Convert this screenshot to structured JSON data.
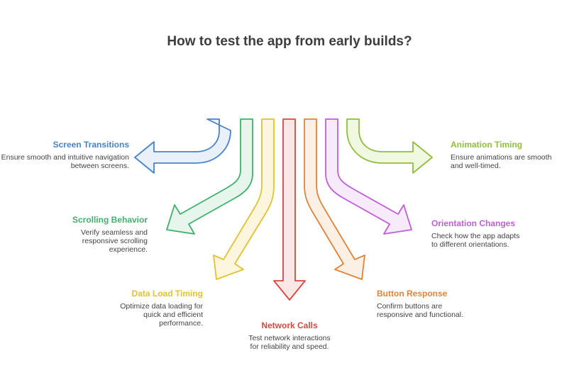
{
  "title": "How to test the app from early builds?",
  "items": [
    {
      "title": "Screen Transitions",
      "desc": "Ensure smooth and intuitive navigation between screens.",
      "color": "#4a82c8",
      "fill": "#e8f0fa"
    },
    {
      "title": "Scrolling Behavior",
      "desc": "Verify seamless and responsive scrolling experience.",
      "color": "#3fb16a",
      "fill": "#e6f6ec"
    },
    {
      "title": "Data Load Timing",
      "desc": "Optimize data loading for quick and efficient performance.",
      "color": "#e0c232",
      "fill": "#fbf6dc"
    },
    {
      "title": "Network Calls",
      "desc": "Test network interactions for reliability and speed.",
      "color": "#d9473e",
      "fill": "#fbe7e5"
    },
    {
      "title": "Button Response",
      "desc": "Confirm buttons are responsive and functional.",
      "color": "#e0843a",
      "fill": "#fcefe3"
    },
    {
      "title": "Orientation Changes",
      "desc": "Check how the app adapts to different orientations.",
      "color": "#bf5fd8",
      "fill": "#f7eafb"
    },
    {
      "title": "Animation Timing",
      "desc": "Ensure animations are smooth and well-timed.",
      "color": "#8fbf3a",
      "fill": "#f1f8e2"
    }
  ]
}
